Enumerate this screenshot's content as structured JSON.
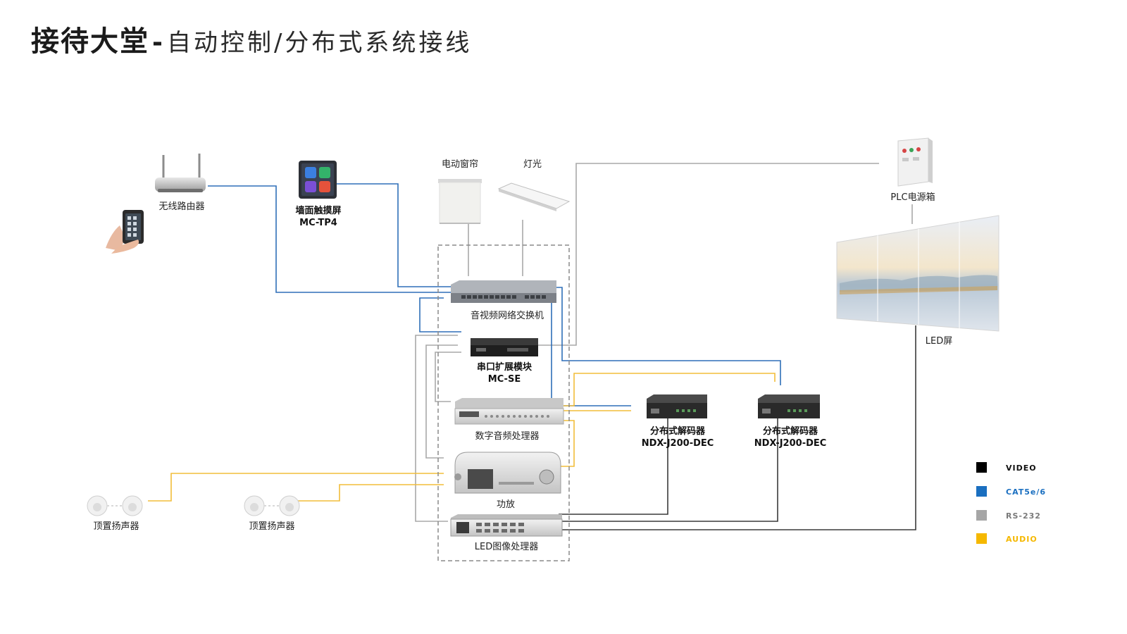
{
  "title": {
    "bold": "接待大堂",
    "separator": "-",
    "rest": "自动控制/分布式系统接线"
  },
  "devices": {
    "router": "无线路由器",
    "touch_panel": {
      "name": "墙面触摸屏",
      "model": "MC-TP4"
    },
    "curtain": "电动窗帘",
    "light": "灯光",
    "plc": "PLC电源箱",
    "led_wall": "LED屏",
    "switch": "音视频网络交换机",
    "serial": {
      "name": "串口扩展模块",
      "model": "MC-SE"
    },
    "dsp": "数字音频处理器",
    "amp": "功放",
    "led_proc": "LED图像处理器",
    "decoder1": {
      "name": "分布式解码器",
      "model": "NDX-J200-DEC"
    },
    "decoder2": {
      "name": "分布式解码器",
      "model": "NDX-J200-DEC"
    },
    "speaker1": "顶置扬声器",
    "speaker2": "顶置扬声器"
  },
  "legend": [
    {
      "label": "VIDEO",
      "color": "#000000",
      "text_color": "#111111"
    },
    {
      "label": "CAT5e/6",
      "color": "#1a6fc0",
      "text_color": "#1a6fc0"
    },
    {
      "label": "RS-232",
      "color": "#a6a6a6",
      "text_color": "#7a7a7a"
    },
    {
      "label": "AUDIO",
      "color": "#f5b800",
      "text_color": "#f5b800"
    }
  ],
  "colors": {
    "video": "#3a3a3a",
    "cat": "#2f6fb8",
    "rs232": "#a8a8a8",
    "audio": "#f2bd3a"
  }
}
